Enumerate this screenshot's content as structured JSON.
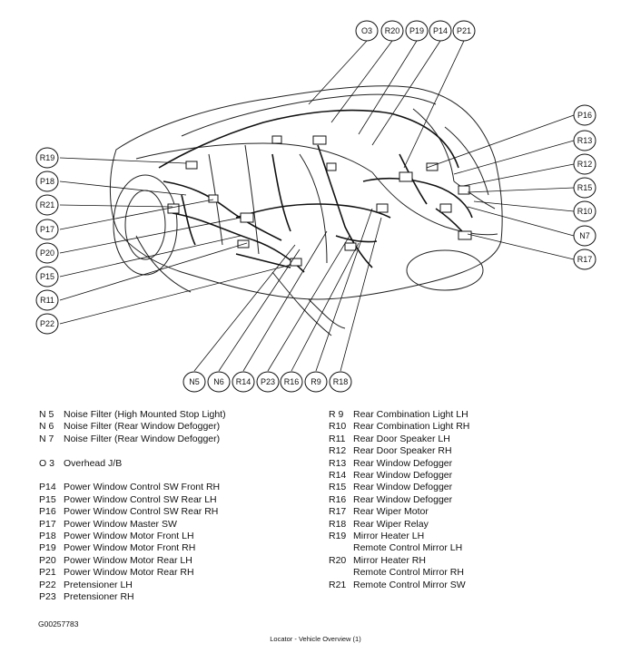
{
  "callouts": {
    "top": [
      "O3",
      "R20",
      "P19",
      "P14",
      "P21"
    ],
    "left": [
      "R19",
      "P18",
      "R21",
      "P17",
      "P20",
      "P15",
      "R11",
      "P22"
    ],
    "right": [
      "P16",
      "R13",
      "R12",
      "R15",
      "R10",
      "N7",
      "R17"
    ],
    "bottom": [
      "N5",
      "N6",
      "R14",
      "P23",
      "R16",
      "R9",
      "R18"
    ]
  },
  "legend_left": [
    {
      "code": "N 5",
      "desc": "Noise Filter (High Mounted Stop Light)"
    },
    {
      "code": "N 6",
      "desc": "Noise Filter (Rear Window Defogger)"
    },
    {
      "code": "N 7",
      "desc": "Noise Filter (Rear Window Defogger)"
    },
    {
      "code": "",
      "desc": ""
    },
    {
      "code": "O 3",
      "desc": "Overhead J/B"
    },
    {
      "code": "",
      "desc": ""
    },
    {
      "code": "P14",
      "desc": "Power Window Control SW Front RH"
    },
    {
      "code": "P15",
      "desc": "Power Window Control SW Rear LH"
    },
    {
      "code": "P16",
      "desc": "Power Window Control SW Rear RH"
    },
    {
      "code": "P17",
      "desc": "Power Window Master SW"
    },
    {
      "code": "P18",
      "desc": "Power Window Motor Front LH"
    },
    {
      "code": "P19",
      "desc": "Power Window Motor Front RH"
    },
    {
      "code": "P20",
      "desc": "Power Window Motor Rear LH"
    },
    {
      "code": "P21",
      "desc": "Power Window Motor Rear RH"
    },
    {
      "code": "P22",
      "desc": "Pretensioner LH"
    },
    {
      "code": "P23",
      "desc": "Pretensioner RH"
    }
  ],
  "legend_right": [
    {
      "code": "R 9",
      "desc": "Rear Combination Light LH"
    },
    {
      "code": "R10",
      "desc": "Rear Combination Light RH"
    },
    {
      "code": "R11",
      "desc": "Rear Door Speaker LH"
    },
    {
      "code": "R12",
      "desc": "Rear Door Speaker RH"
    },
    {
      "code": "R13",
      "desc": "Rear Window Defogger"
    },
    {
      "code": "R14",
      "desc": "Rear Window Defogger"
    },
    {
      "code": "R15",
      "desc": "Rear Window Defogger"
    },
    {
      "code": "R16",
      "desc": "Rear Window Defogger"
    },
    {
      "code": "R17",
      "desc": "Rear Wiper Motor"
    },
    {
      "code": "R18",
      "desc": "Rear Wiper Relay"
    },
    {
      "code": "R19",
      "desc": "Mirror Heater LH"
    },
    {
      "code": "",
      "desc": "Remote Control Mirror LH"
    },
    {
      "code": "R20",
      "desc": "Mirror Heater RH"
    },
    {
      "code": "",
      "desc": "Remote Control Mirror RH"
    },
    {
      "code": "R21",
      "desc": "Remote Control Mirror SW"
    }
  ],
  "figure_id": "G00257783",
  "footer": "Locator - Vehicle Overview (1)"
}
